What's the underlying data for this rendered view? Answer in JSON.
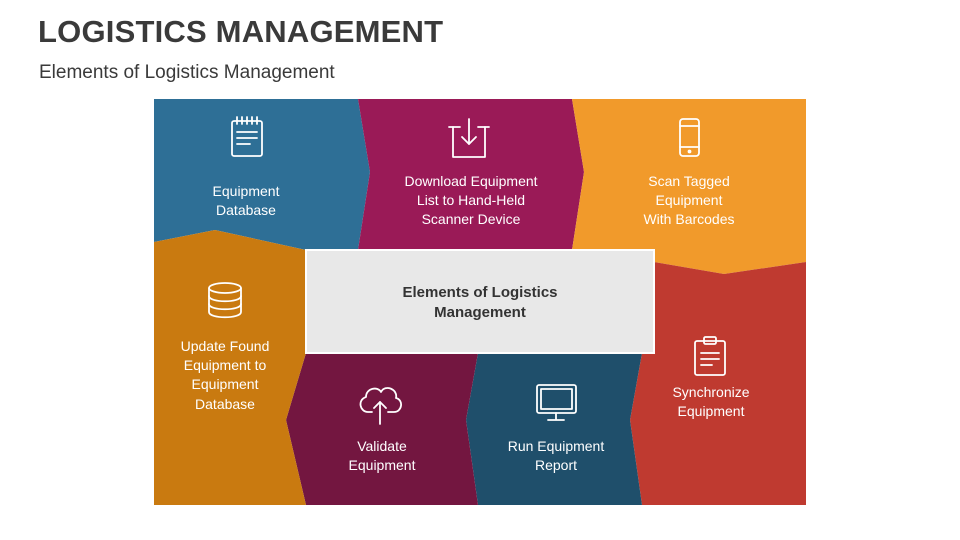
{
  "header": {
    "title": "LOGISTICS MANAGEMENT",
    "subtitle": "Elements of Logistics Management"
  },
  "center": {
    "line1": "Elements of Logistics",
    "line2": "Management"
  },
  "colors": {
    "blue": "#2e6f96",
    "magenta": "#9a1a57",
    "orange": "#f19a2b",
    "red": "#bf3a30",
    "dark_navy": "#1f4f6b",
    "plum": "#731640",
    "amber": "#c97a10",
    "center_box": "#e8e8e8"
  },
  "segments": [
    {
      "icon": "notepad-icon",
      "lines": [
        "Equipment",
        "Database"
      ]
    },
    {
      "icon": "box-download-icon",
      "lines": [
        "Download Equipment",
        "List to Hand-Held",
        "Scanner Device"
      ]
    },
    {
      "icon": "smartphone-icon",
      "lines": [
        "Scan Tagged",
        "Equipment",
        "With Barcodes"
      ]
    },
    {
      "icon": "clipboard-icon",
      "lines": [
        "Synchronize",
        "Equipment"
      ]
    },
    {
      "icon": "monitor-icon",
      "lines": [
        "Run Equipment",
        "Report"
      ]
    },
    {
      "icon": "cloud-upload-icon",
      "lines": [
        "Validate",
        "Equipment"
      ]
    },
    {
      "icon": "database-icon",
      "lines": [
        "Update Found",
        "Equipment to",
        "Equipment",
        "Database"
      ]
    }
  ]
}
